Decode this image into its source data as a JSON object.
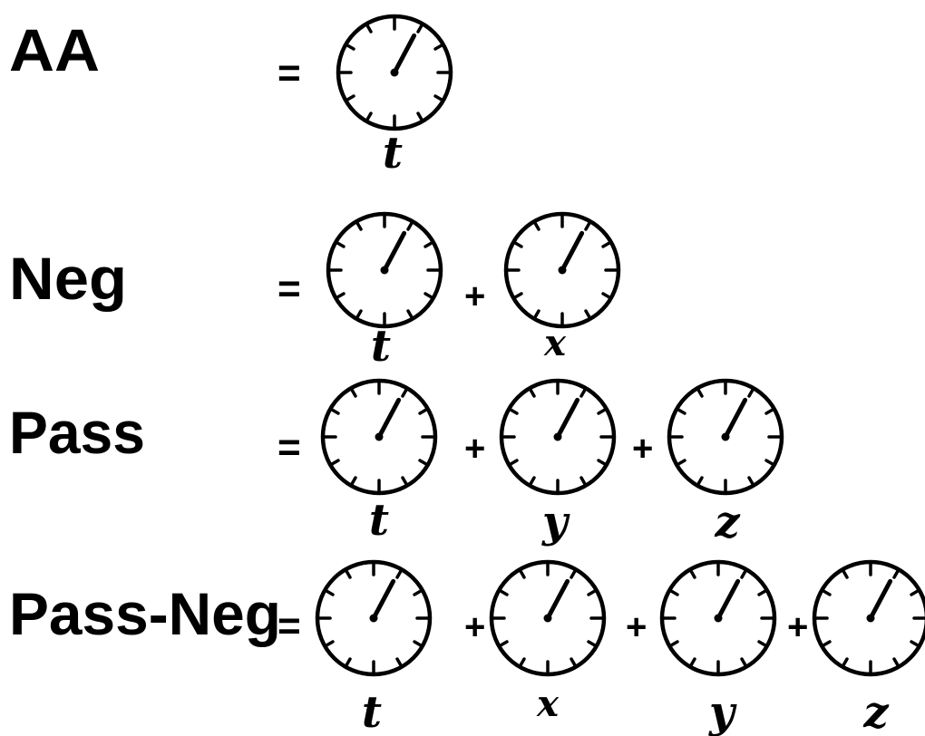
{
  "rows": [
    {
      "label": "AA",
      "terms": [
        "t"
      ]
    },
    {
      "label": "Neg",
      "terms": [
        "t",
        "x"
      ]
    },
    {
      "label": "Pass",
      "terms": [
        "t",
        "y",
        "z"
      ]
    },
    {
      "label": "Pass-Neg",
      "terms": [
        "t",
        "x",
        "y",
        "z"
      ]
    }
  ],
  "symbols": {
    "equals": "=",
    "plus": "+"
  },
  "clock_icon": "stopwatch-clock-icon"
}
